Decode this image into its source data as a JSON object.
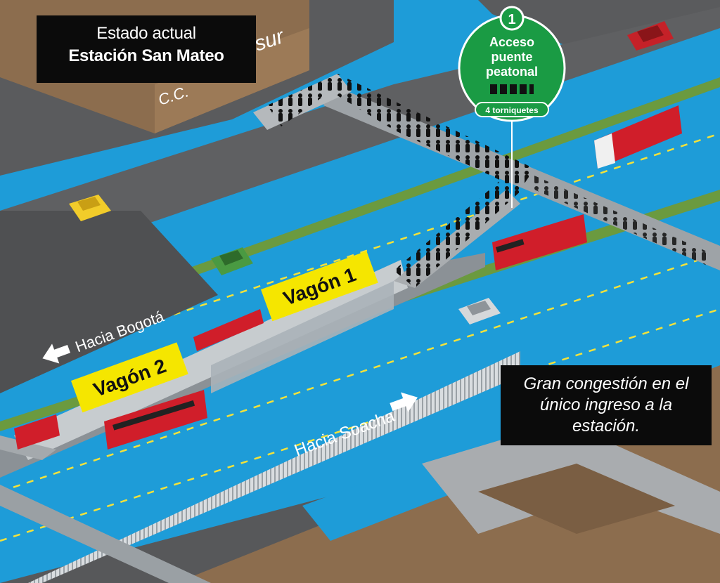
{
  "header": {
    "title_line1": "Estado actual",
    "title_line2": "Estación San Mateo"
  },
  "access": {
    "number": "1",
    "label_line1": "Acceso",
    "label_line2": "puente",
    "label_line3": "peatonal",
    "turnstiles": "4 torniquetes"
  },
  "labels": {
    "vagon1": "Vagón 1",
    "vagon2": "Vagón 2",
    "hacia_bogota": "Hacia Bogotá",
    "hacia_soacha": "Hacia Soacha",
    "mall_sign": "osur",
    "mall_sign_2": "C.C."
  },
  "note": {
    "line1": "Gran congestión en el",
    "line2": "único ingreso a la",
    "line3": "estación."
  },
  "colors": {
    "road_blue": "#1e9cd8",
    "access_green": "#1a9b44",
    "bus_red": "#d01e2a",
    "label_yellow": "#f5e600",
    "ground_gray": "#57585a",
    "building_brown": "#8c6d4e"
  }
}
